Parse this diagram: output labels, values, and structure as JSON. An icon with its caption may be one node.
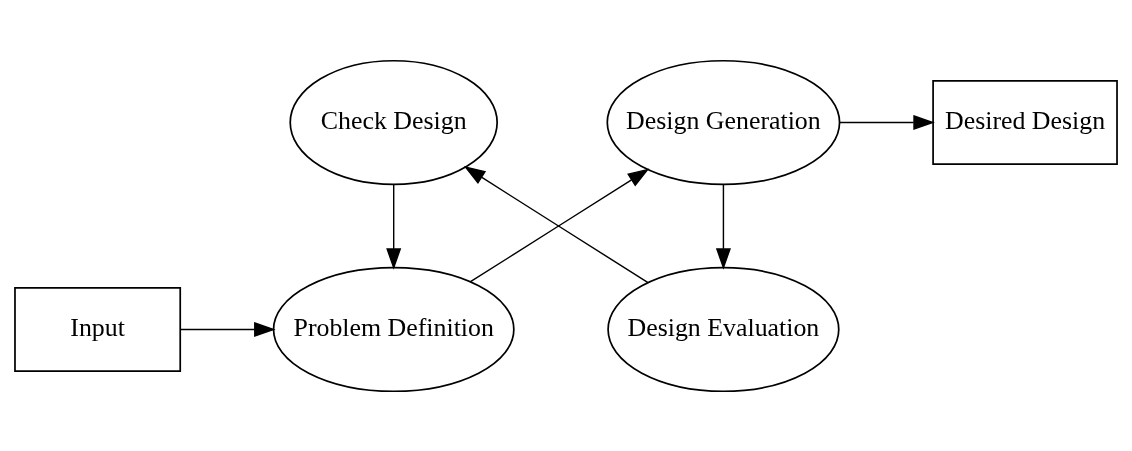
{
  "diagram": {
    "nodes": [
      {
        "text": [
          "Input"
        ]
      },
      {
        "text": [
          "Problem Definition"
        ]
      },
      {
        "text": [
          "Design Generation"
        ]
      },
      {
        "text": [
          "Desired Design"
        ]
      },
      {
        "text": [
          "Check Design"
        ]
      },
      {
        "text": [
          "Design Evaluation"
        ]
      }
    ],
    "edges": [
      {
        "from": 0,
        "to": 1,
        "arrow": "to"
      },
      {
        "from": 1,
        "to": 2,
        "arrow": "to"
      },
      {
        "from": 2,
        "to": 3,
        "arrow": "to"
      },
      {
        "from": 2,
        "to": 5,
        "arrow": "to"
      },
      {
        "from": 5,
        "to": 4,
        "arrow": "to"
      },
      {
        "from": 4,
        "to": 1,
        "arrow": "to"
      }
    ]
  }
}
